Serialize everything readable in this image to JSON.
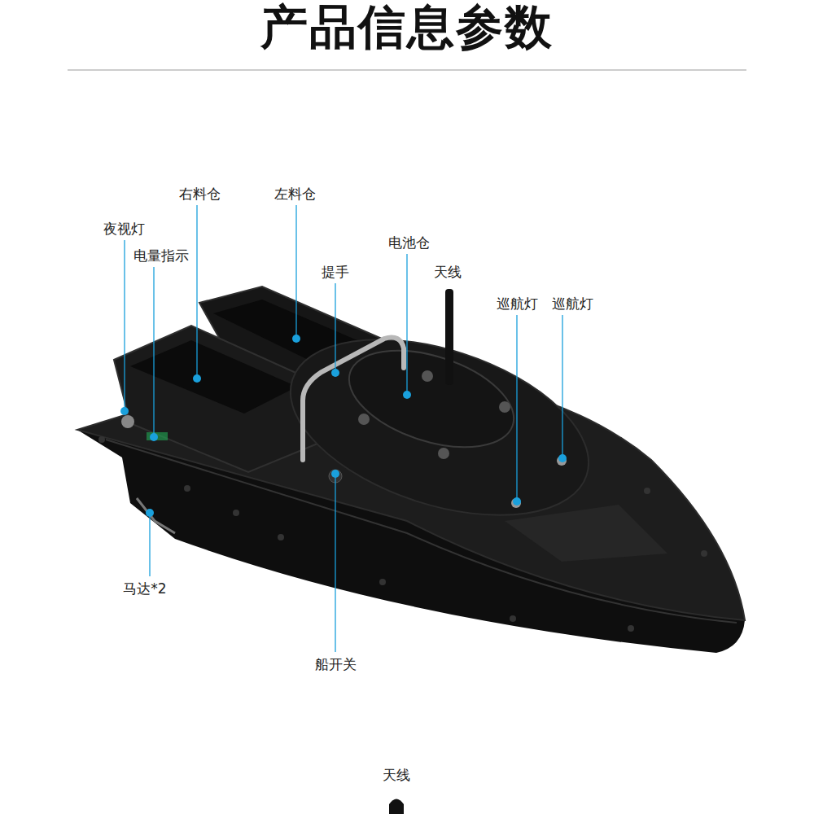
{
  "diagram": {
    "title": "产品信息参数",
    "labels": [
      "右料仓",
      "左料仓",
      "夜视灯",
      "电量指示",
      "电池仓",
      "提手",
      "天线",
      "巡航灯",
      "巡航灯",
      "马达*2",
      "船开关",
      "天线"
    ]
  }
}
